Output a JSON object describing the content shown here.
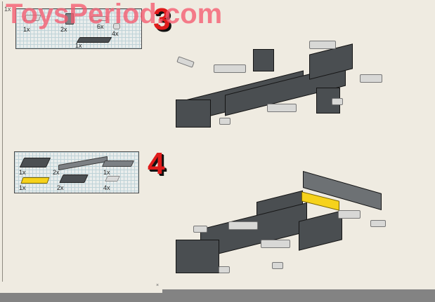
{
  "page": {
    "watermark": "ToysPeriod.com",
    "corner_label": "1x"
  },
  "steps": [
    {
      "number": "3",
      "parts": [
        {
          "qty": "1x",
          "part": "technic-connector-light"
        },
        {
          "qty": "2x",
          "part": "technic-bush-grey"
        },
        {
          "qty": "6x",
          "part": "technic-pin-light"
        },
        {
          "qty": "4x",
          "part": "technic-bush-light"
        },
        {
          "qty": "1x",
          "part": "plate-1x4-dark-grey"
        }
      ]
    },
    {
      "number": "4",
      "parts": [
        {
          "qty": "1x",
          "part": "plate-2x4-dark-grey"
        },
        {
          "qty": "2x",
          "part": "plate-1x8-grey"
        },
        {
          "qty": "1x",
          "part": "tile-1x4-grey"
        },
        {
          "qty": "1x",
          "part": "plate-1x4-yellow"
        },
        {
          "qty": "2x",
          "part": "plate-2x3-dark-grey"
        },
        {
          "qty": "4x",
          "part": "tile-1x2-light-grey"
        }
      ]
    }
  ],
  "colors": {
    "background": "#efebe1",
    "step_number": "#e01b1b",
    "watermark": "#f55a6e",
    "dark_grey": "#4b4f52",
    "yellow": "#f6d21b",
    "bottom_bar": "#838383"
  }
}
